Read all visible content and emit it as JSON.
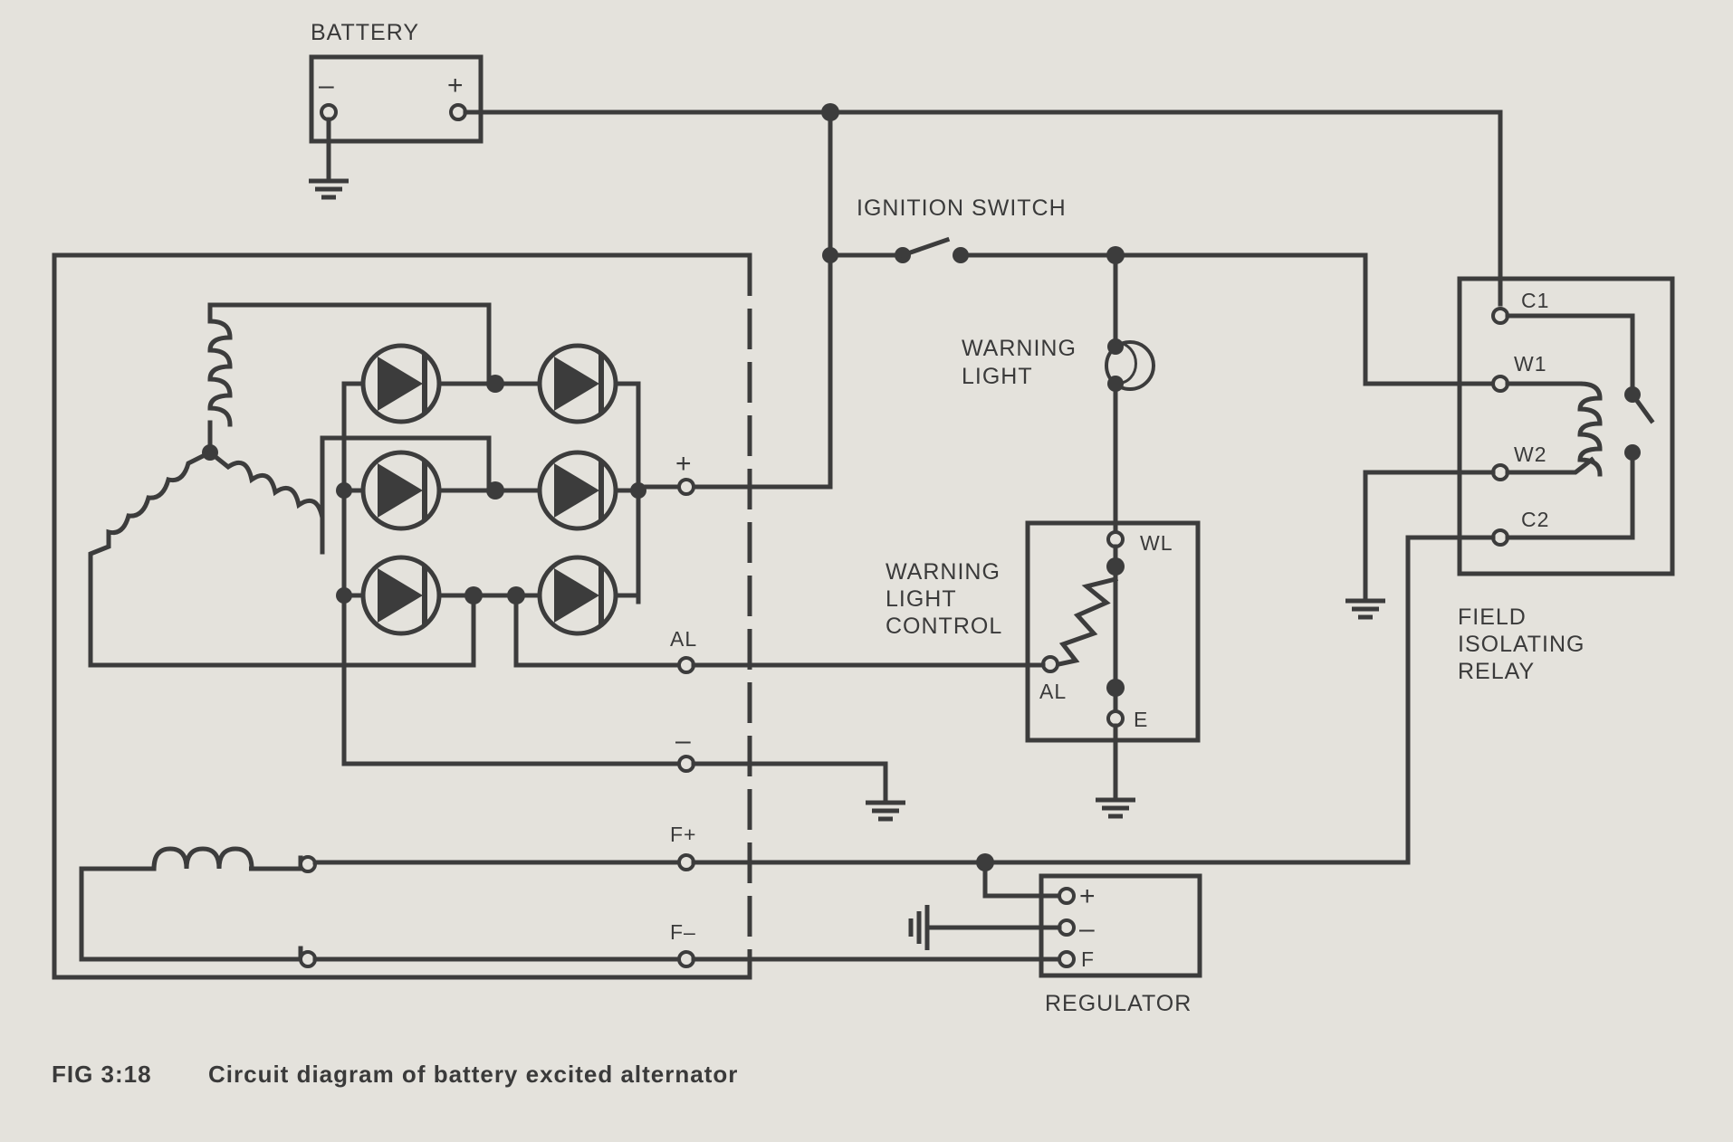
{
  "diagram": {
    "battery": {
      "title": "BATTERY",
      "neg": "–",
      "pos": "+"
    },
    "ignition_switch": "IGNITION  SWITCH",
    "warning_light": [
      "WARNING",
      "LIGHT"
    ],
    "warning_light_control": {
      "lines": [
        "WARNING",
        "LIGHT",
        "CONTROL"
      ],
      "wl": "WL",
      "al": "AL",
      "e": "E"
    },
    "relay": {
      "lines": [
        "FIELD",
        "ISOLATING",
        "RELAY"
      ],
      "c1": "C1",
      "w1": "W1",
      "w2": "W2",
      "c2": "C2"
    },
    "alternator_terminals": {
      "pos": "+",
      "al": "AL",
      "neg": "–",
      "fpos": "F+",
      "fneg": "F–"
    },
    "regulator": {
      "title": "REGULATOR",
      "pos": "+",
      "neg": "–",
      "f": "F"
    }
  },
  "caption": {
    "fig": "FIG  3:18",
    "text": "Circuit diagram of battery excited alternator"
  },
  "colors": {
    "ink": "#3c3c3c",
    "paper": "#e4e2dc"
  }
}
